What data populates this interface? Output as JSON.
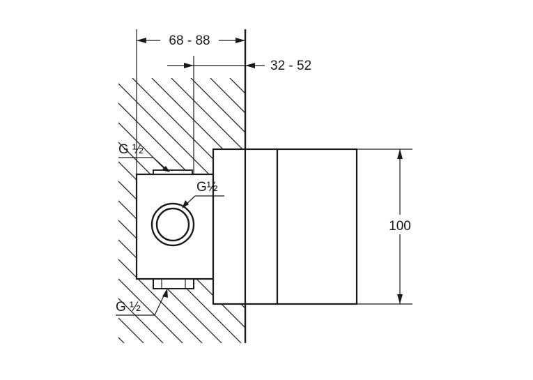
{
  "labels": {
    "depth_range": "68 - 88",
    "offset_range": "32 - 52",
    "height": "100",
    "port_top": "G ½",
    "port_front": "G½",
    "port_bottom": "G ½"
  },
  "colors": {
    "line": "#1a1a1a",
    "background": "#ffffff"
  }
}
